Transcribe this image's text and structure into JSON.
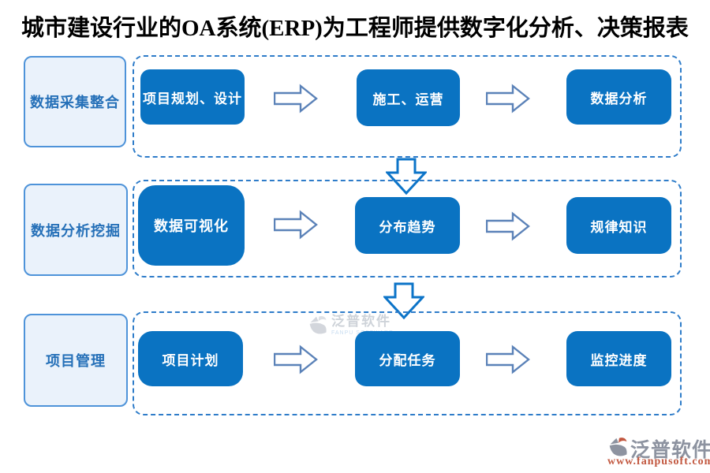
{
  "title": "城市建设行业的OA系统(ERP)为工程师提供数字化分析、决策报表",
  "rows": [
    {
      "label": "数据采集整合",
      "steps": [
        "项目规划、设计",
        "施工、运营",
        "数据分析"
      ]
    },
    {
      "label": "数据分析挖掘",
      "steps": [
        "数据可视化",
        "分布趋势",
        "规律知识"
      ]
    },
    {
      "label": "项目管理",
      "steps": [
        "项目计划",
        "分配任务",
        "监控进度"
      ]
    }
  ],
  "watermark": {
    "brand": "泛普软件",
    "sub": "FANPU SOFTWARE"
  },
  "footer": {
    "brand": "泛普软件",
    "url": "www.fanpusoft.com"
  },
  "colors": {
    "step_fill": "#0A73C2",
    "step_text": "#FFFFFF",
    "label_fill": "#EAF2FB",
    "label_border": "#4E93D9",
    "label_text": "#2570B8",
    "container_border": "#2E7CC9",
    "flow_arrow_stroke": "#5B82B8",
    "down_arrow_stroke": "#0C74C8",
    "title_text": "#000000",
    "footer_brand": "#8D93A0",
    "footer_url": "#C2573F"
  }
}
